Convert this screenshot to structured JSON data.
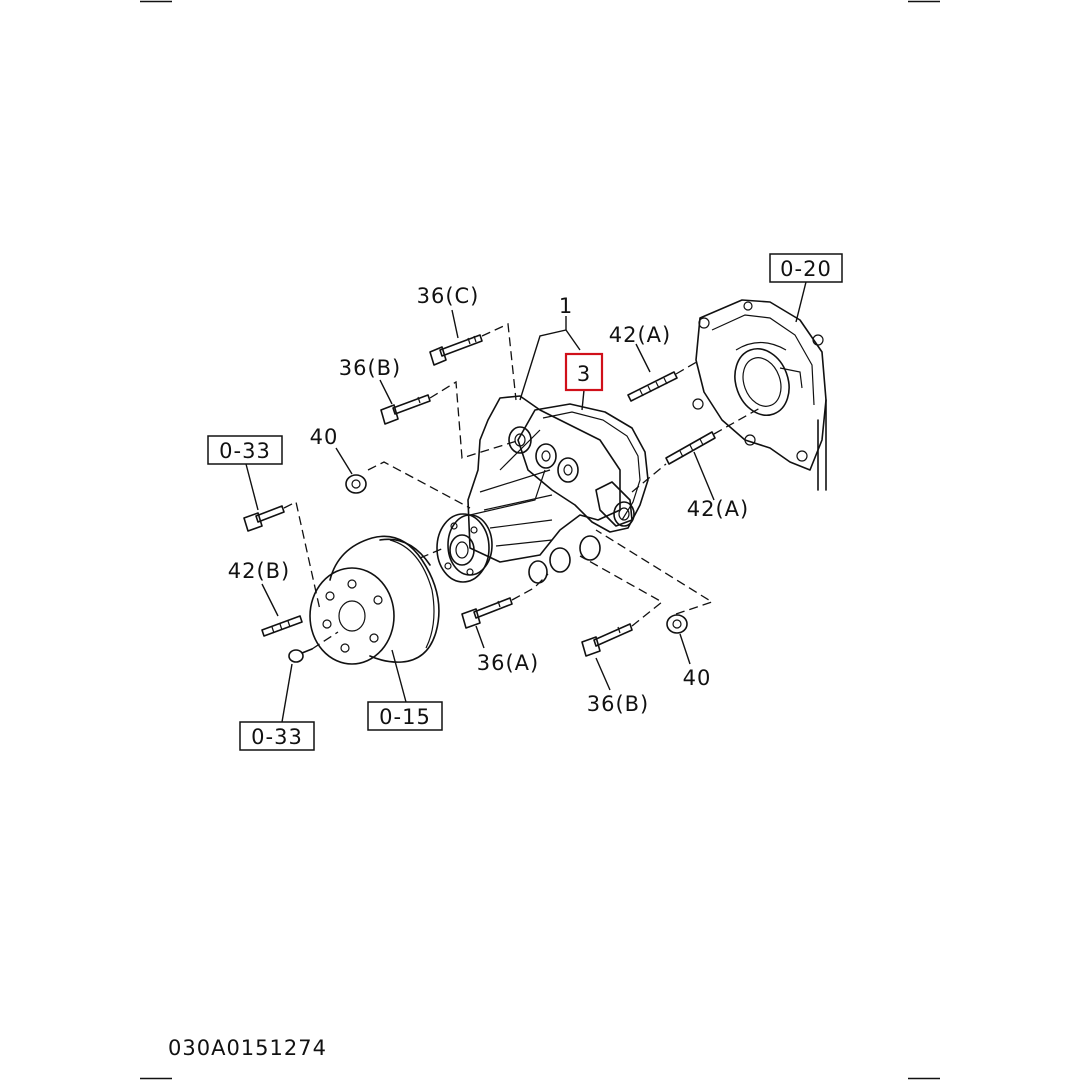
{
  "diagram": {
    "ref_boxes": {
      "ref_0_20": "0-20",
      "ref_0_33_top": "0-33",
      "ref_0_33_bottom": "0-33",
      "ref_0_15": "0-15"
    },
    "highlighted_callout": "3",
    "callouts": {
      "c1": "1",
      "c36c": "36(C)",
      "c36b_top": "36(B)",
      "c40_left": "40",
      "c42a_top": "42(A)",
      "c42a_right": "42(A)",
      "c42b": "42(B)",
      "c36a": "36(A)",
      "c36b_bottom": "36(B)",
      "c40_bottom": "40"
    },
    "drawing_number": "030A0151274",
    "highlight_color": "#d0101a"
  }
}
